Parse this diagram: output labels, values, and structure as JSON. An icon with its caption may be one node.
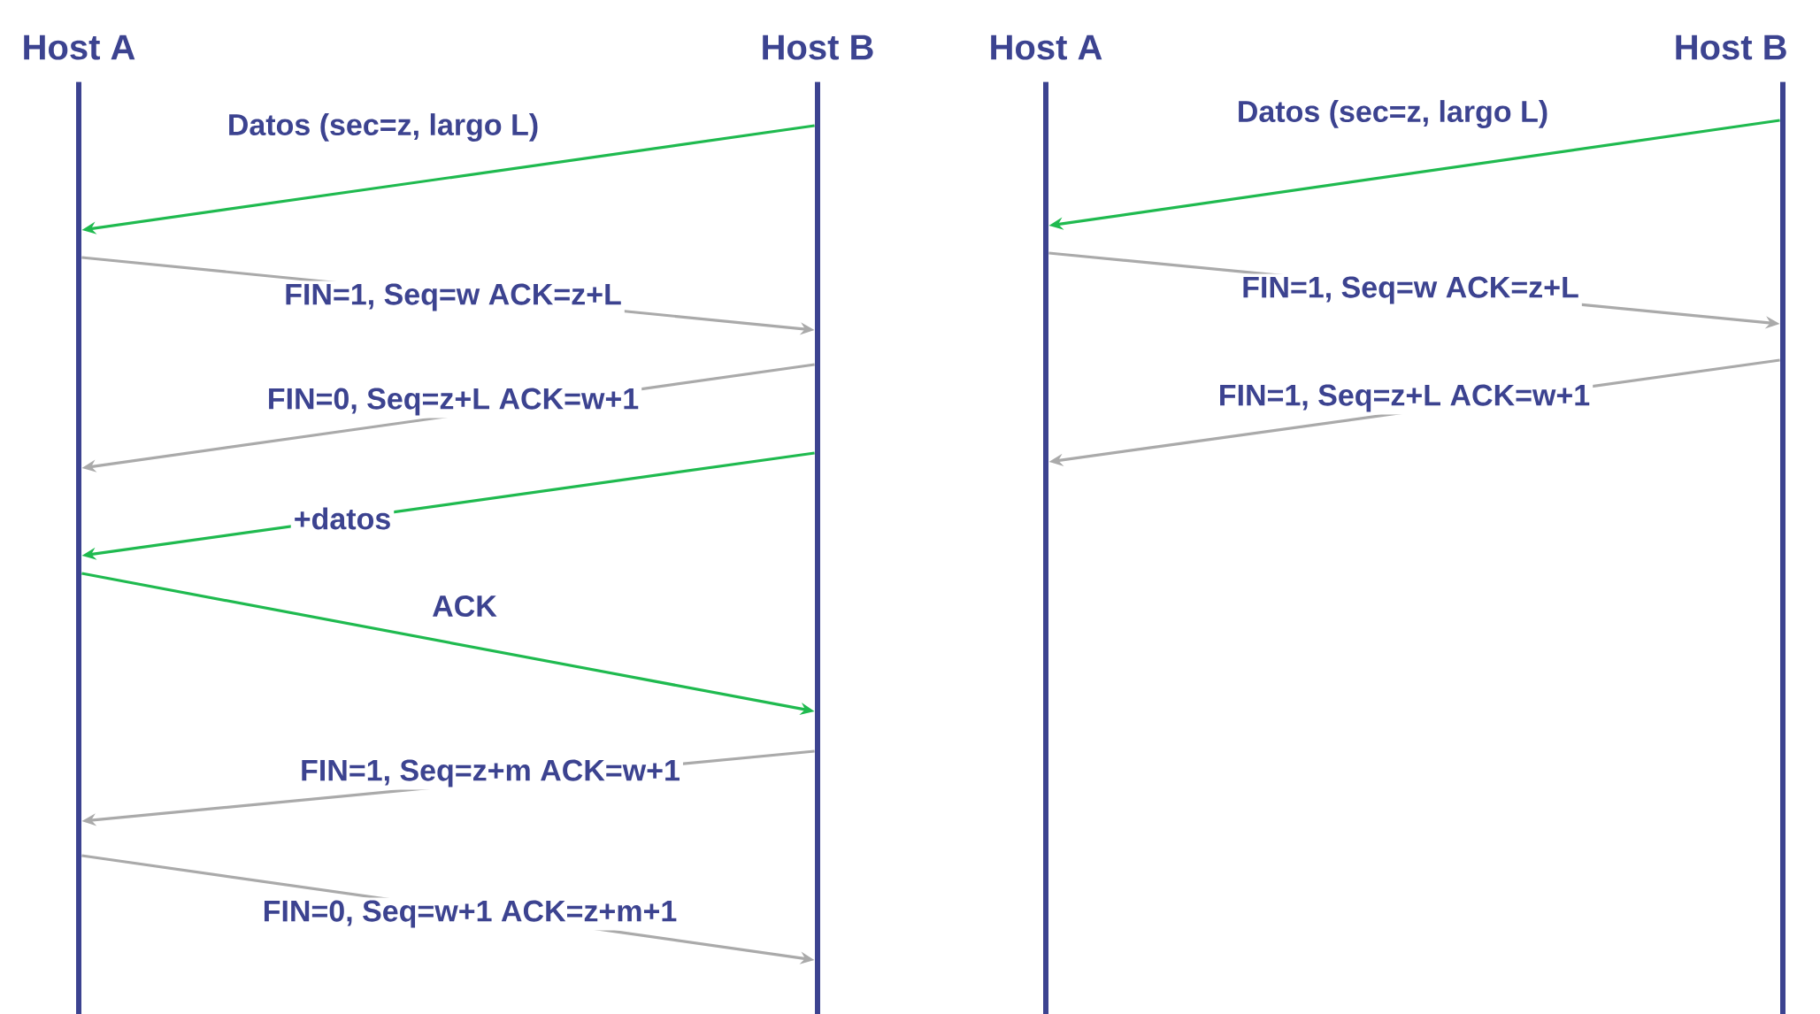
{
  "diagram": {
    "nodes": [
      {
        "text": [
          "Host A"
        ]
      },
      {
        "text": [
          "Host B"
        ]
      },
      {
        "text": [
          "Host A"
        ]
      },
      {
        "text": [
          "Host B"
        ]
      }
    ],
    "edges": [
      {
        "from": 1,
        "to": 0,
        "arrow": "to",
        "label": "Datos (sec=z, largo L)",
        "color": "#1fba4f"
      },
      {
        "from": 0,
        "to": 1,
        "arrow": "to",
        "label": "FIN=1, Seq=w ACK=z+L"
      },
      {
        "from": 1,
        "to": 0,
        "arrow": "to",
        "label": "FIN=0, Seq=z+L ACK=w+1"
      },
      {
        "from": 1,
        "to": 0,
        "arrow": "to",
        "label": "+datos",
        "color": "#1fba4f"
      },
      {
        "from": 0,
        "to": 1,
        "arrow": "to",
        "label": "ACK",
        "color": "#1fba4f"
      },
      {
        "from": 1,
        "to": 0,
        "arrow": "to",
        "label": "FIN=1, Seq=z+m ACK=w+1"
      },
      {
        "from": 0,
        "to": 1,
        "arrow": "to",
        "label": "FIN=0, Seq=w+1 ACK=z+m+1"
      },
      {
        "from": 3,
        "to": 2,
        "arrow": "to",
        "label": "Datos (sec=z, largo L)",
        "color": "#1fba4f"
      },
      {
        "from": 2,
        "to": 3,
        "arrow": "to",
        "label": "FIN=1, Seq=w ACK=z+L"
      },
      {
        "from": 3,
        "to": 2,
        "arrow": "to",
        "label": "FIN=1, Seq=z+L ACK=w+1"
      }
    ]
  }
}
